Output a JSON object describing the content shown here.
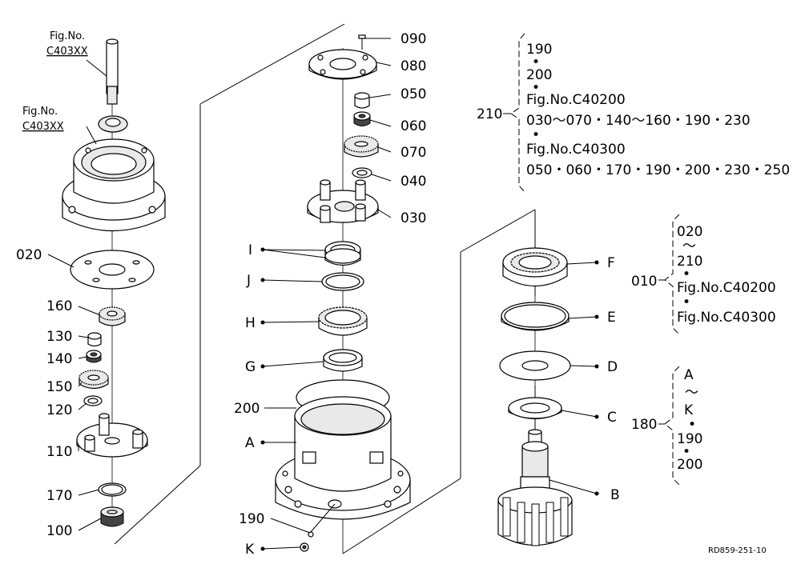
{
  "drawing_number": "RD859-251-10",
  "fig_refs": {
    "left_top": [
      "Fig.No.",
      "C403XX"
    ],
    "left_mid": [
      "Fig.No.",
      "C403XX"
    ]
  },
  "callouts": {
    "090": "090",
    "080": "080",
    "050": "050",
    "060": "060",
    "070": "070",
    "040": "040",
    "030": "030",
    "020": "020",
    "160": "160",
    "130": "130",
    "140": "140",
    "150": "150",
    "120": "120",
    "110": "110",
    "170": "170",
    "100": "100",
    "I": "I",
    "J": "J",
    "H": "H",
    "G": "G",
    "200": "200",
    "A": "A",
    "190": "190",
    "K": "K",
    "F": "F",
    "E": "E",
    "D": "D",
    "C": "C",
    "B": "B"
  },
  "groups": {
    "g210": {
      "label": "210",
      "lines": [
        "190",
        "•",
        "200",
        "•",
        "Fig.No.C40200",
        "030～070・140～160・190・230",
        "•",
        "Fig.No.C40300",
        "050・060・170・190・200・230・250"
      ]
    },
    "g010": {
      "label": "010",
      "lines": [
        "020",
        "～",
        "210",
        "•",
        "Fig.No.C40200",
        "•",
        "Fig.No.C40300"
      ]
    },
    "g180": {
      "label": "180",
      "lines": [
        "A",
        "～",
        "K",
        "•",
        "190",
        "•",
        "200"
      ]
    }
  }
}
